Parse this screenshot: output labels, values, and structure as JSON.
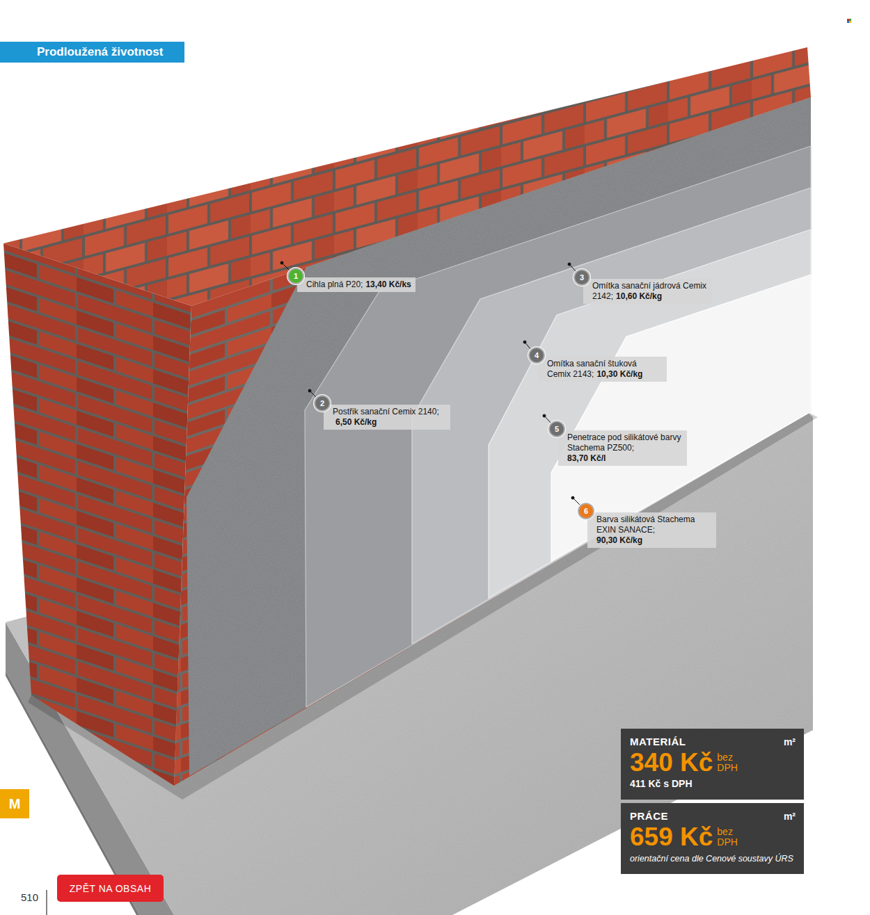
{
  "diagram": {
    "title": "Prodloužená životnost",
    "nodes": [
      {
        "text": [
          "1"
        ]
      },
      {
        "text": [
          "Cihla plná P20;",
          "13,40 Kč/ks"
        ]
      },
      {
        "text": [
          "2"
        ]
      },
      {
        "text": [
          "Postřik sanační Cemix 2140;",
          "6,50 Kč/kg"
        ]
      },
      {
        "text": [
          "3"
        ]
      },
      {
        "text": [
          "Omítka sanační jádrová Cemix 2142;",
          "10,60 Kč/kg"
        ]
      },
      {
        "text": [
          "4"
        ]
      },
      {
        "text": [
          "Omítka sanační štuková Cemix 2143;",
          "10,30 Kč/kg"
        ]
      },
      {
        "text": [
          "5"
        ]
      },
      {
        "text": [
          "Penetrace pod silikátové barvy Stachema PZ500;",
          "83,70 Kč/l"
        ]
      },
      {
        "text": [
          "6"
        ]
      },
      {
        "text": [
          "Barva silikátová Stachema EXIN SANACE;",
          "90,30 Kč/kg"
        ]
      },
      {
        "text": [
          "MATERIÁL",
          "m²",
          "340 Kč",
          "bez DPH",
          "411 Kč s DPH"
        ]
      },
      {
        "text": [
          "PRÁCE",
          "m²",
          "659 Kč",
          "bez DPH",
          "orientační cena dle Cenové soustavy ÚRS"
        ]
      },
      {
        "text": [
          "M"
        ]
      },
      {
        "text": [
          "ZPĚT NA OBSAH"
        ]
      }
    ],
    "labels": [
      "510"
    ]
  }
}
